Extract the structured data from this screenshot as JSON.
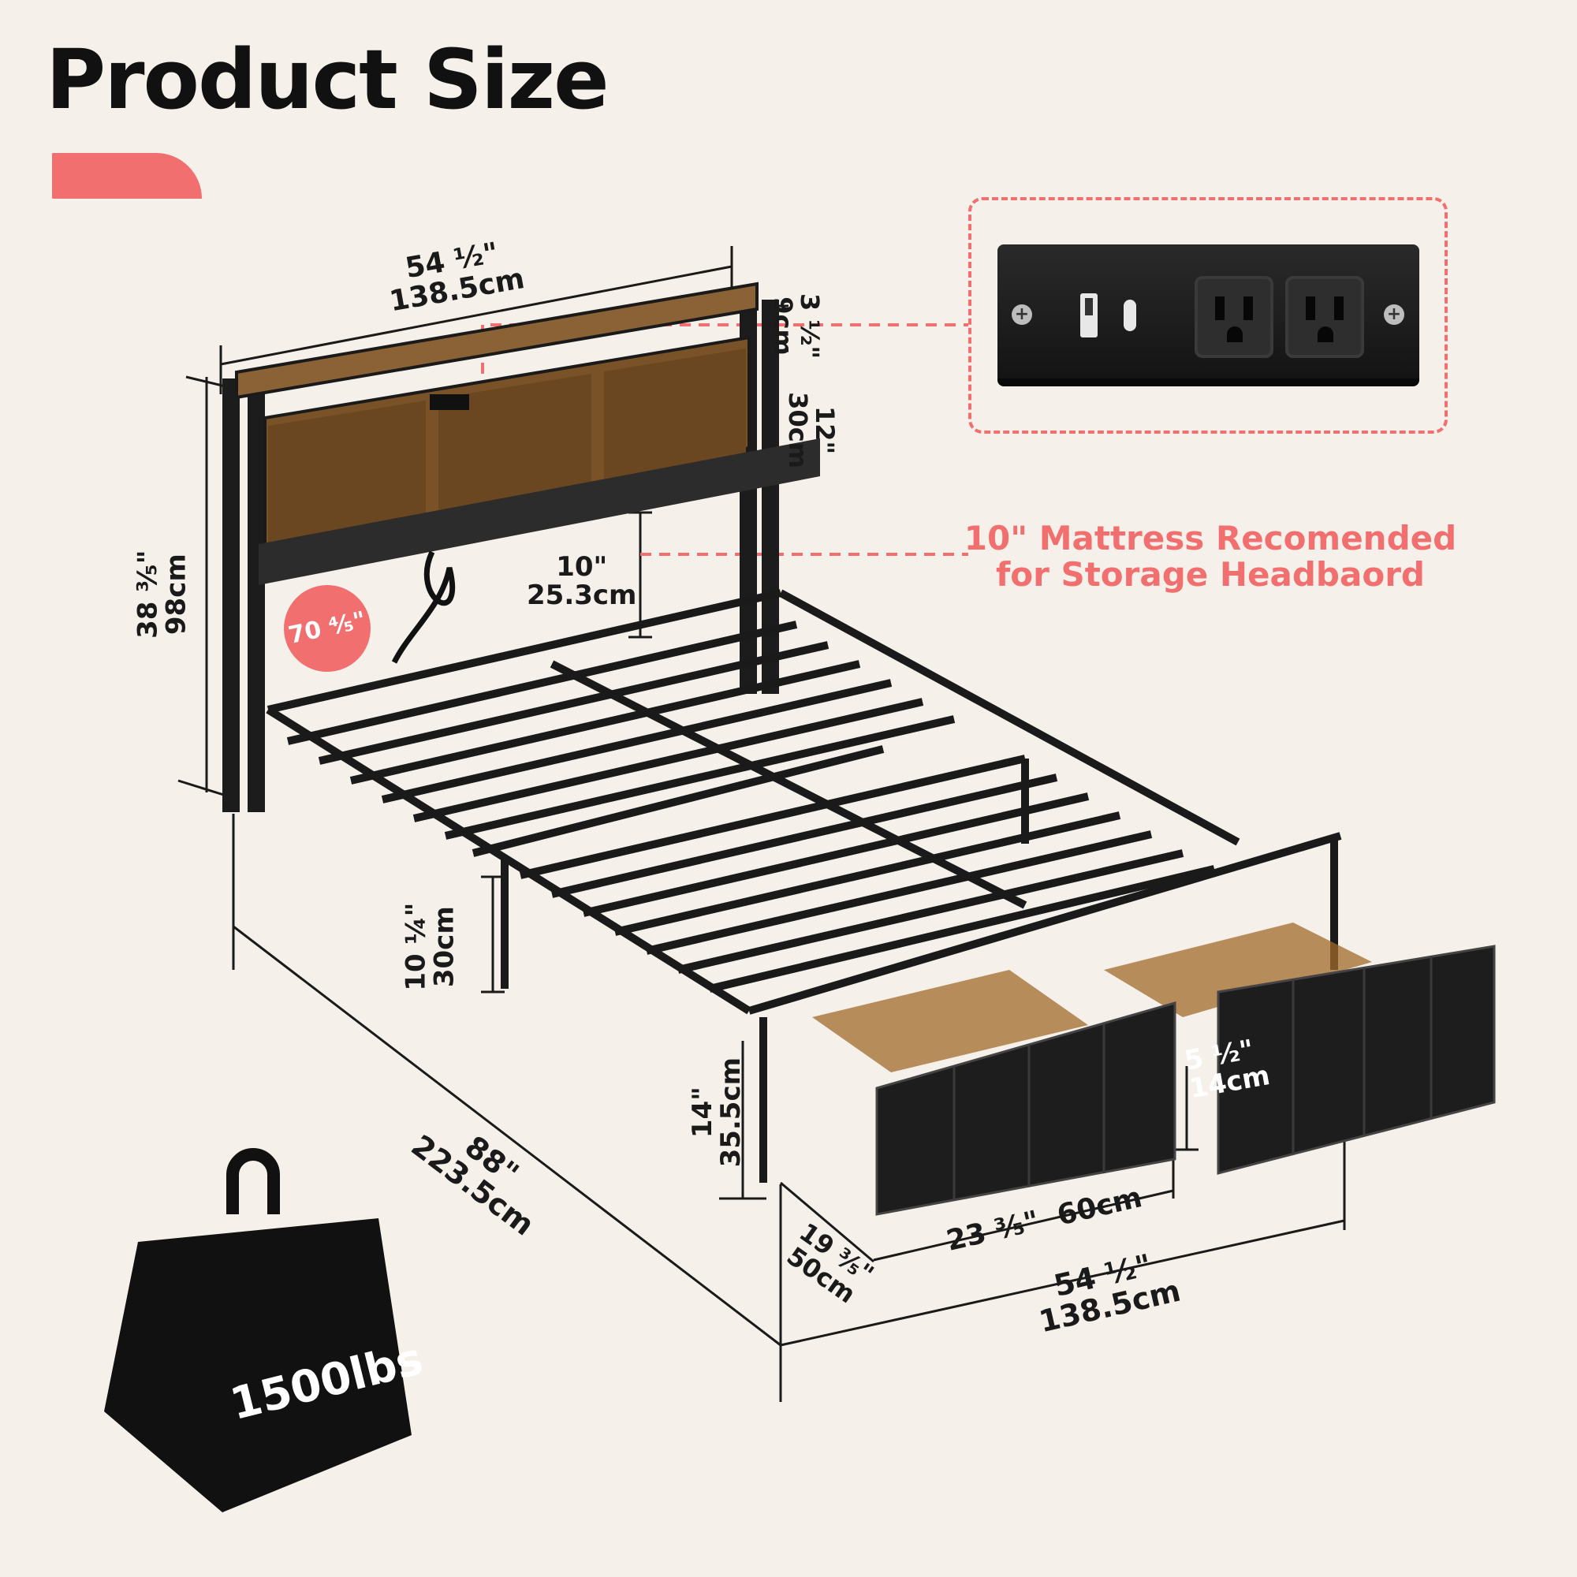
{
  "title": "Product Size",
  "colors": {
    "accent": "#f26f6f",
    "background": "#f5f1ea",
    "frame": "#1a1a1a",
    "wood": "#8a6236"
  },
  "dimensions": {
    "headboard_width": {
      "imperial": "54 ½\"",
      "metric": "138.5cm"
    },
    "shelf_top_height": {
      "imperial": "3 ½\"",
      "metric": "9cm"
    },
    "shelf_height": {
      "imperial": "12\"",
      "metric": "30cm"
    },
    "overall_height": {
      "imperial": "38 ³⁄₅\"",
      "metric": "98cm"
    },
    "mattress_gap": {
      "imperial": "10\"",
      "metric": "25.3cm"
    },
    "under_bed_height": {
      "imperial": "10 ¼\"",
      "metric": "30cm"
    },
    "drawer_total_height": {
      "imperial": "14\"",
      "metric": "35.5cm"
    },
    "drawer_front_height": {
      "imperial": "5 ½\"",
      "metric": "14cm"
    },
    "length": {
      "imperial": "88\"",
      "metric": "223.5cm"
    },
    "drawer_depth": {
      "imperial": "19 ³⁄₅\"",
      "metric": "50cm"
    },
    "drawer_width": {
      "imperial": "23 ³⁄₅\"",
      "metric": "60cm"
    },
    "footboard_width": {
      "imperial": "54 ½\"",
      "metric": "138.5cm"
    }
  },
  "badge_length": "70 ⁴⁄₅\"",
  "mattress_note": {
    "line1": "10\" Mattress Recomended",
    "line2": "for Storage Headbaord"
  },
  "weight_capacity": "1500lbs",
  "icons": {
    "outlet": "power-outlet-panel-icon",
    "weight": "kettlebell-weight-icon"
  }
}
